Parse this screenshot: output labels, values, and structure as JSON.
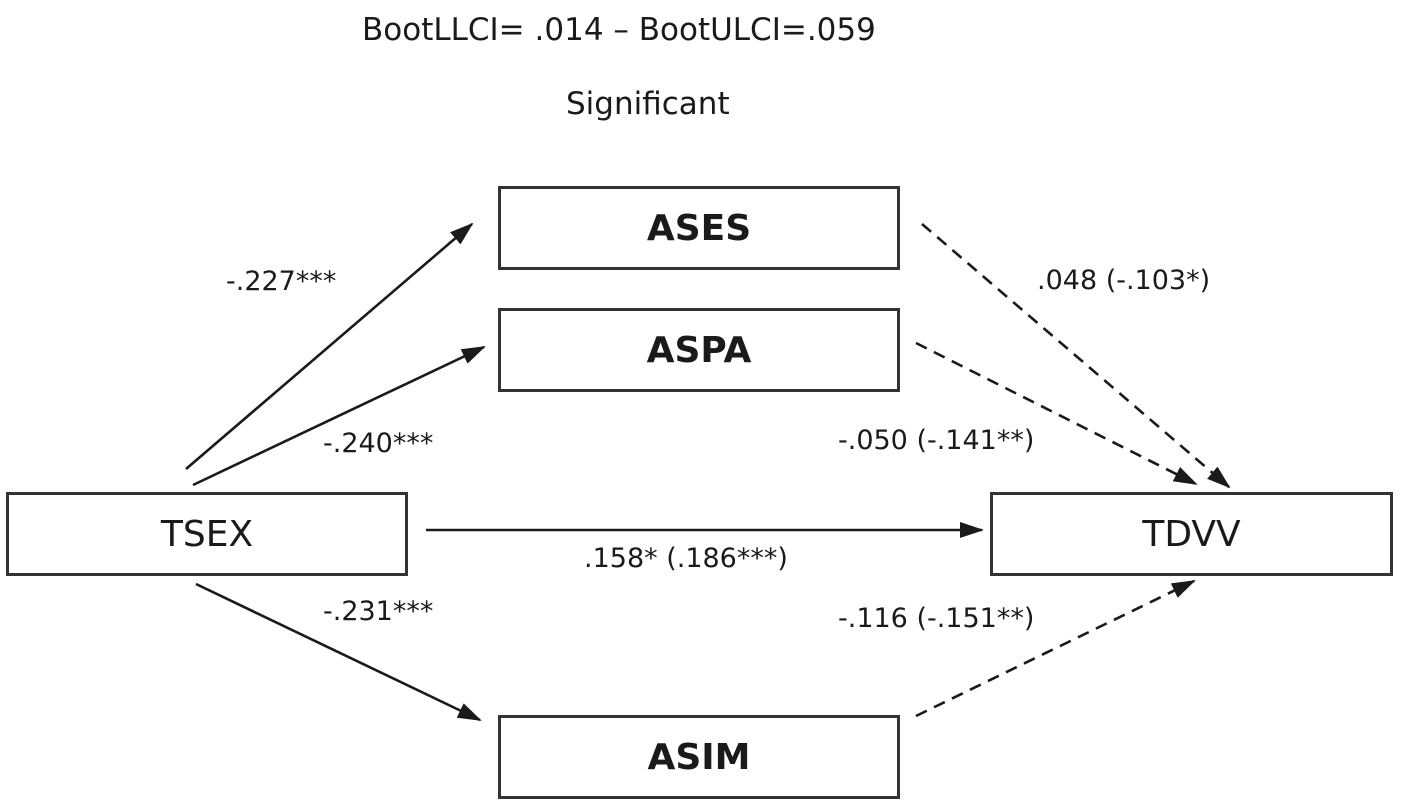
{
  "header": {
    "bootci": "BootLLCI= .014 – BootULCI=.059",
    "significance": "Significant"
  },
  "nodes": {
    "ases": "ASES",
    "aspa": "ASPA",
    "asim": "ASIM",
    "tsex": "TSEX",
    "tdvv": "TDVV"
  },
  "paths": {
    "tsex_ases": "-.227***",
    "tsex_aspa": "-.240***",
    "tsex_asim": "-.231***",
    "tsex_tdvv": ".158* (.186***)",
    "ases_tdvv": ".048 (-.103*)",
    "aspa_tdvv": "-.050 (-.141**)",
    "asim_tdvv": "-.116 (-.151**)"
  },
  "colors": {
    "line": "#1a1a1a",
    "border": "#333333"
  }
}
